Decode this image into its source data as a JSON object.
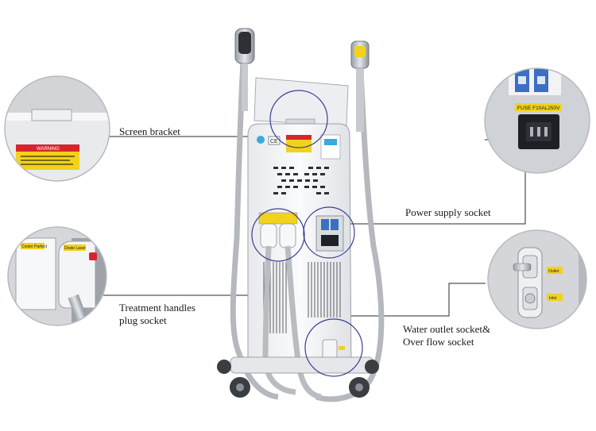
{
  "labels": {
    "screen_bracket": "Screen bracket",
    "power_supply": "Power supply socket",
    "treatment_line1": "Treatment handles",
    "treatment_line2": "plug socket",
    "water_line1": "Water outlet socket&",
    "water_line2": "Over flow socket"
  },
  "device_markings": {
    "warning": "WARNING",
    "fuse": "FUSE F10AL250V",
    "ce": "CE",
    "inlet_label": "Outlet",
    "overflow_label": "Inlet",
    "handle_left": "Cooler Parfect",
    "handle_right": "Diode Laser"
  },
  "colors": {
    "line": "#2a2a2a",
    "ring": "#3a3f8f",
    "device_white": "#f4f5f7",
    "device_grey": "#c9ccd1",
    "hose": "#b8bbbf",
    "warning_yellow": "#f2d21b",
    "warning_red": "#d7262b",
    "breaker_blue": "#3b6fc4"
  }
}
